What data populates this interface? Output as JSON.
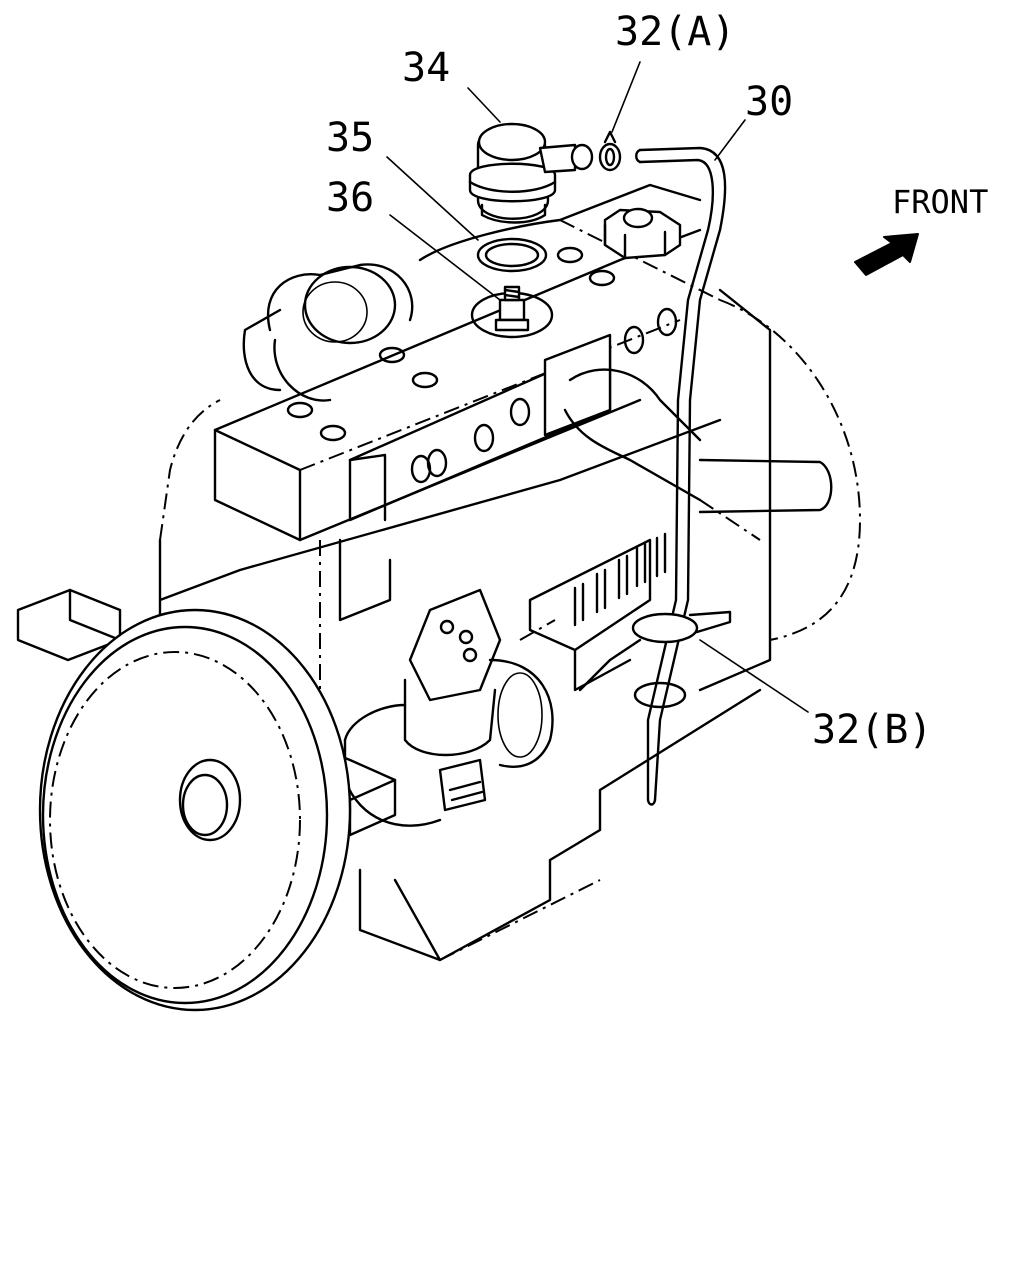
{
  "callouts": {
    "c30": "30",
    "c32a": "32(A)",
    "c32b": "32(B)",
    "c34": "34",
    "c35": "35",
    "c36": "36"
  },
  "orientation": {
    "front_label": "FRONT",
    "arrow_icon": "arrow-front-icon"
  },
  "colors": {
    "ink": "#000000",
    "paper": "#ffffff"
  }
}
